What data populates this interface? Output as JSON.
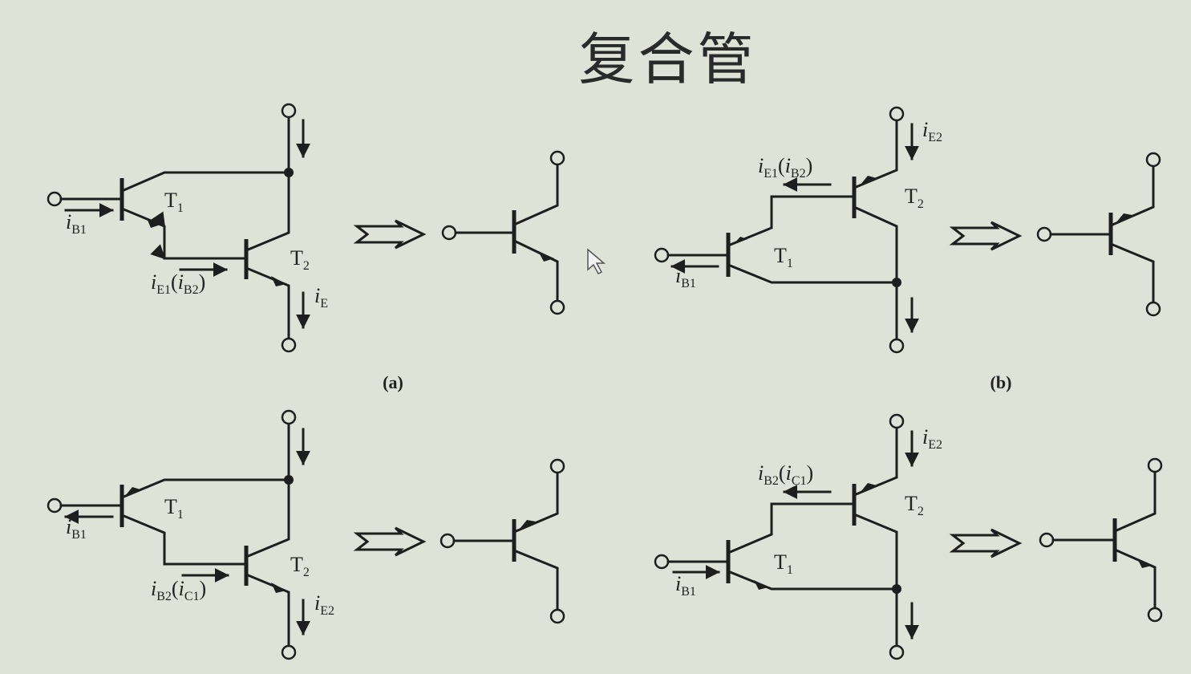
{
  "title": "复合管",
  "captions": {
    "a": "(a)",
    "b": "(b)"
  },
  "labels": {
    "t1": "T",
    "t2": "T",
    "s1": "1",
    "s2": "2",
    "i": "i",
    "paren_open": "(",
    "paren_close": ")",
    "B1": "B1",
    "B2": "B2",
    "E1": "E1",
    "E2": "E2",
    "E": "E",
    "C1": "C1"
  }
}
